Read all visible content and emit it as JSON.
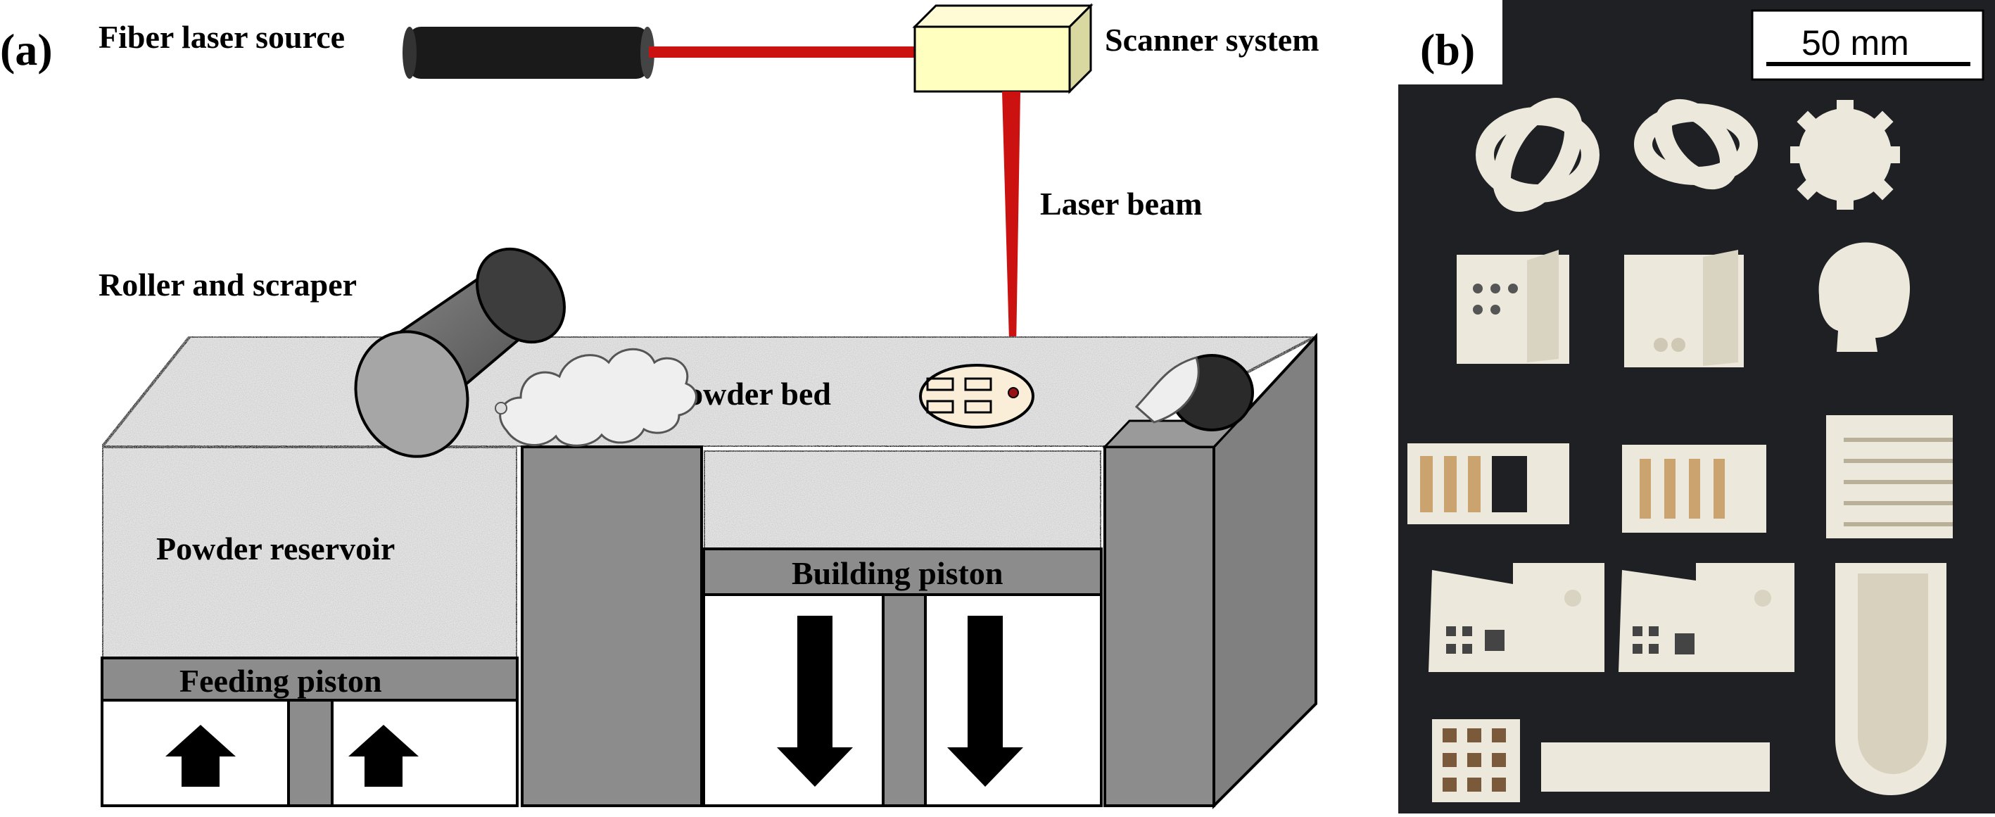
{
  "panel_a": {
    "tag": "(a)",
    "labels": {
      "fiber_laser_source": "Fiber laser source",
      "scanner_system": "Scanner system",
      "laser_beam": "Laser beam",
      "roller_and_scraper": "Roller and scraper",
      "powder_bed": "Powder bed",
      "powder_reservoir": "Powder reservoir",
      "building_piston": "Building piston",
      "feeding_piston": "Feeding piston"
    },
    "colors": {
      "laser": "#cc1111",
      "scanner": "#ffffc0",
      "wall_gray": "#8c8c8c",
      "powder": "#e6e6e6",
      "bed_spot": "#fbeed8"
    }
  },
  "panel_b": {
    "tag": "(b)",
    "scale_bar": "50 mm",
    "background": "#1e2023",
    "part_color": "#ece8dc"
  }
}
